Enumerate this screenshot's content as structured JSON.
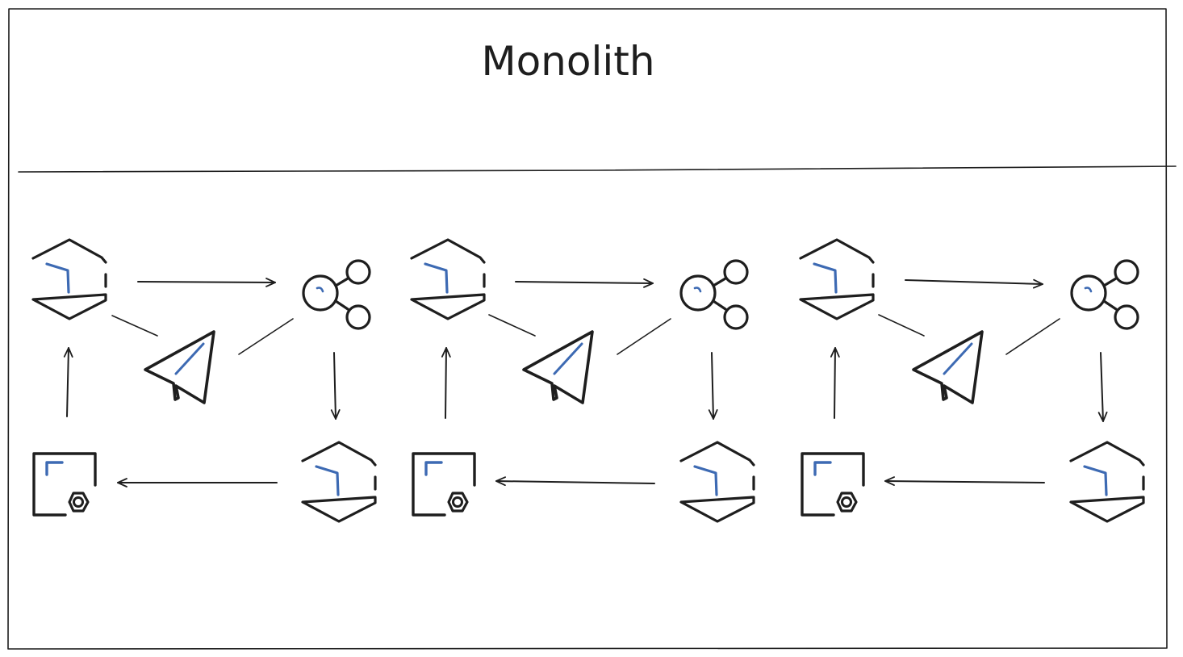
{
  "diagram": {
    "title": "Monolith",
    "colors": {
      "stroke": "#1e1e1e",
      "accent": "#3d6ab3",
      "background": "#ffffff"
    },
    "icons": {
      "hexagon": "container-hexagon-icon",
      "hub": "share-hub-icon",
      "plane": "paper-plane-icon",
      "config": "document-gear-icon"
    },
    "groups": [
      {
        "id": "group-1",
        "nodes": [
          "container-hexagon-icon",
          "share-hub-icon",
          "paper-plane-icon",
          "container-hexagon-icon",
          "document-gear-icon"
        ]
      },
      {
        "id": "group-2",
        "nodes": [
          "container-hexagon-icon",
          "share-hub-icon",
          "paper-plane-icon",
          "container-hexagon-icon",
          "document-gear-icon"
        ]
      },
      {
        "id": "group-3",
        "nodes": [
          "container-hexagon-icon",
          "share-hub-icon",
          "paper-plane-icon",
          "container-hexagon-icon",
          "document-gear-icon"
        ]
      }
    ]
  }
}
